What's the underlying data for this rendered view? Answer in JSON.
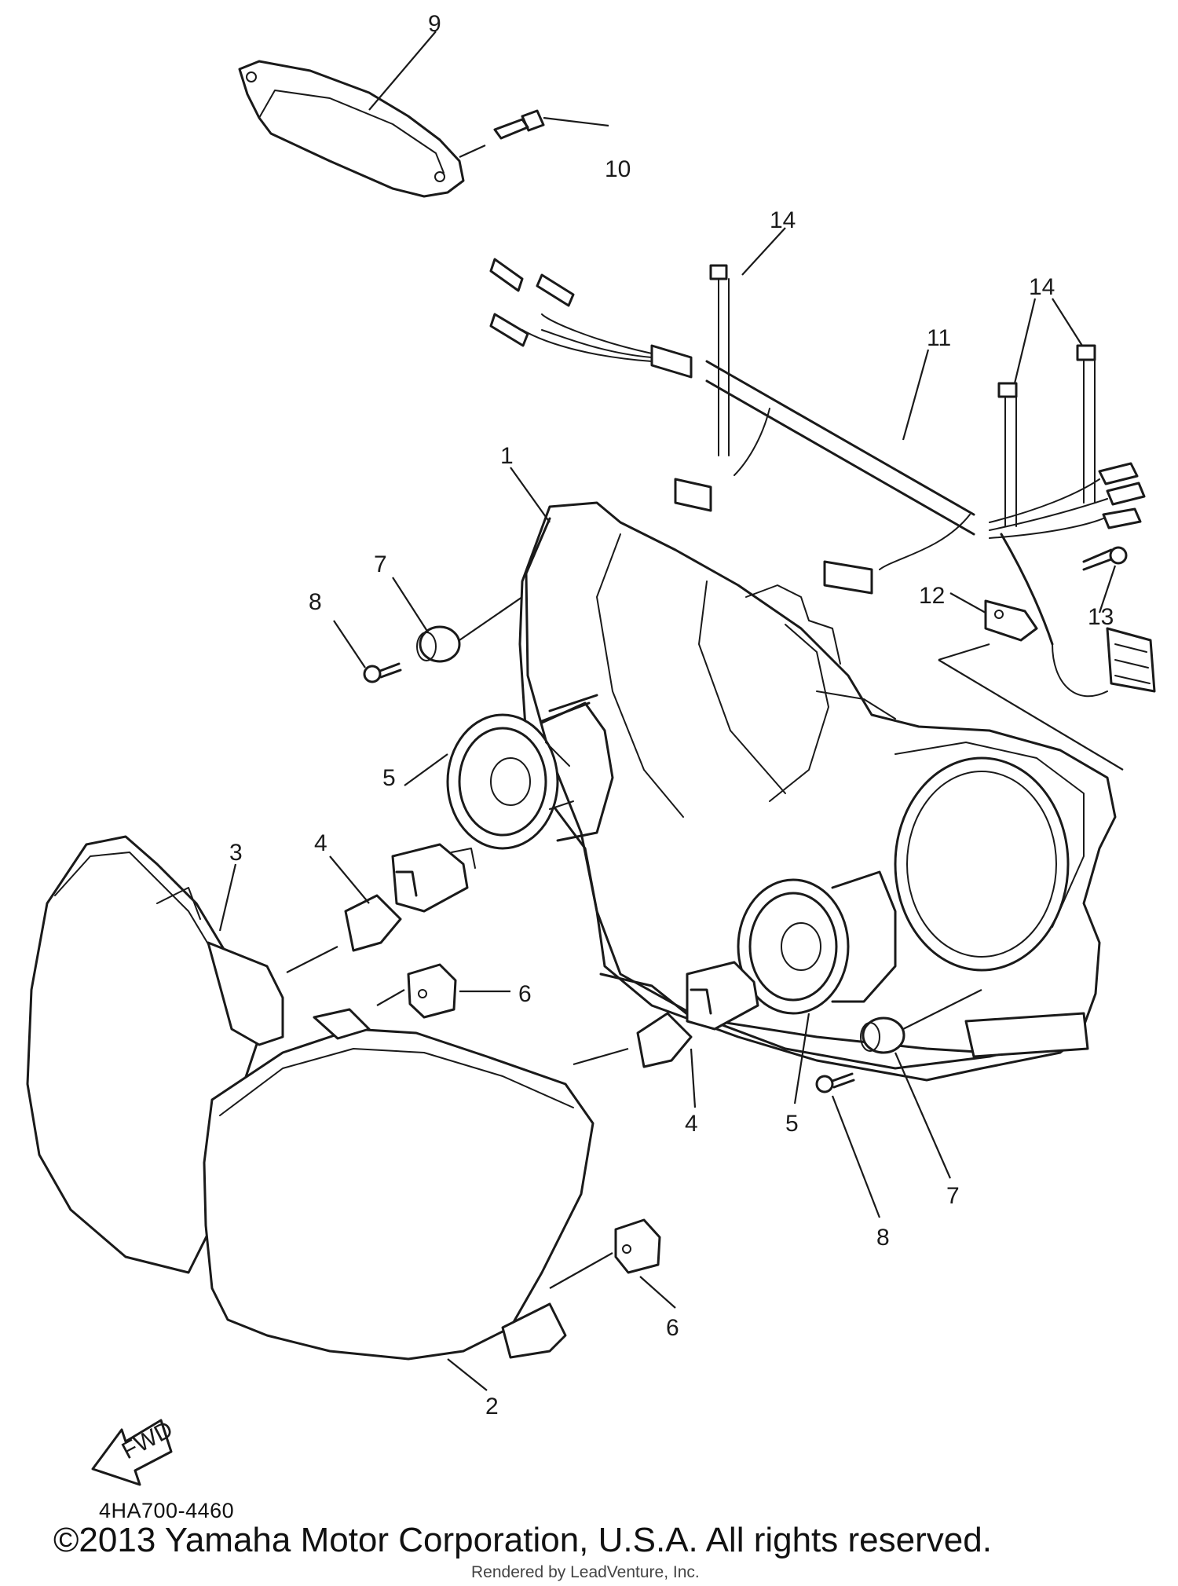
{
  "callouts": {
    "c1": "1",
    "c2": "2",
    "c3": "3",
    "c4a": "4",
    "c4b": "4",
    "c5a": "5",
    "c5b": "5",
    "c6a": "6",
    "c6b": "6",
    "c7a": "7",
    "c7b": "7",
    "c8a": "8",
    "c8b": "8",
    "c9": "9",
    "c10": "10",
    "c11": "11",
    "c12": "12",
    "c13": "13",
    "c14a": "14",
    "c14b": "14"
  },
  "fwd_label": "FWD",
  "diagram_code": "4HA700-4460",
  "copyright": "©2013 Yamaha Motor Corporation, U.S.A. All rights reserved.",
  "render_note": "Rendered by LeadVenture, Inc."
}
